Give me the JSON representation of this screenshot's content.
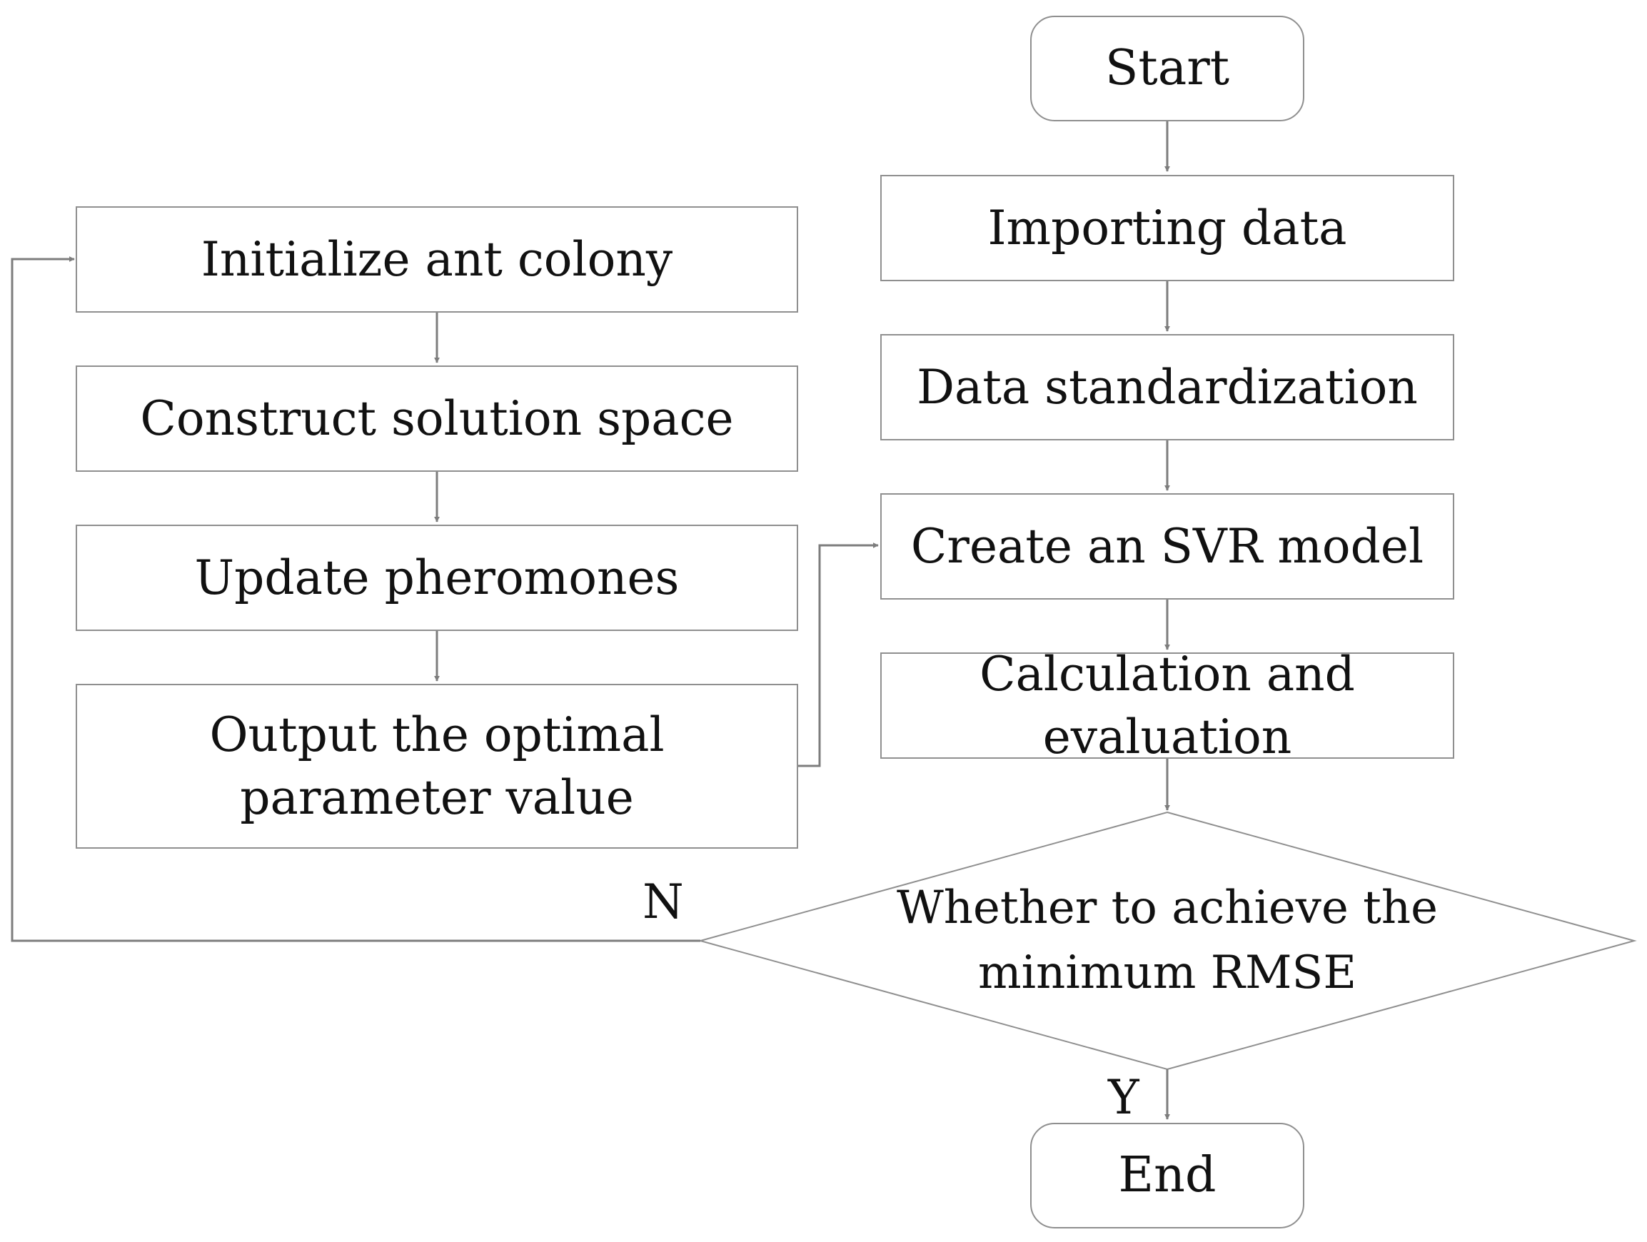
{
  "diagram": {
    "nodes": {
      "start": "Start",
      "importing_data": "Importing data",
      "data_standardization": "Data standardization",
      "create_svr_model": "Create an SVR model",
      "calculation_evaluation": "Calculation and evaluation",
      "decision": "Whether to achieve the minimum RMSE",
      "end": "End",
      "initialize_ant_colony": "Initialize ant colony",
      "construct_solution_space": "Construct solution space",
      "update_pheromones": "Update pheromones",
      "output_optimal_parameter": "Output the optimal parameter value"
    },
    "branch_labels": {
      "no": "N",
      "yes": "Y"
    },
    "colors": {
      "stroke": "#8f8f8f",
      "arrow": "#7d7d7d",
      "text": "#111111",
      "background": "#ffffff"
    }
  }
}
